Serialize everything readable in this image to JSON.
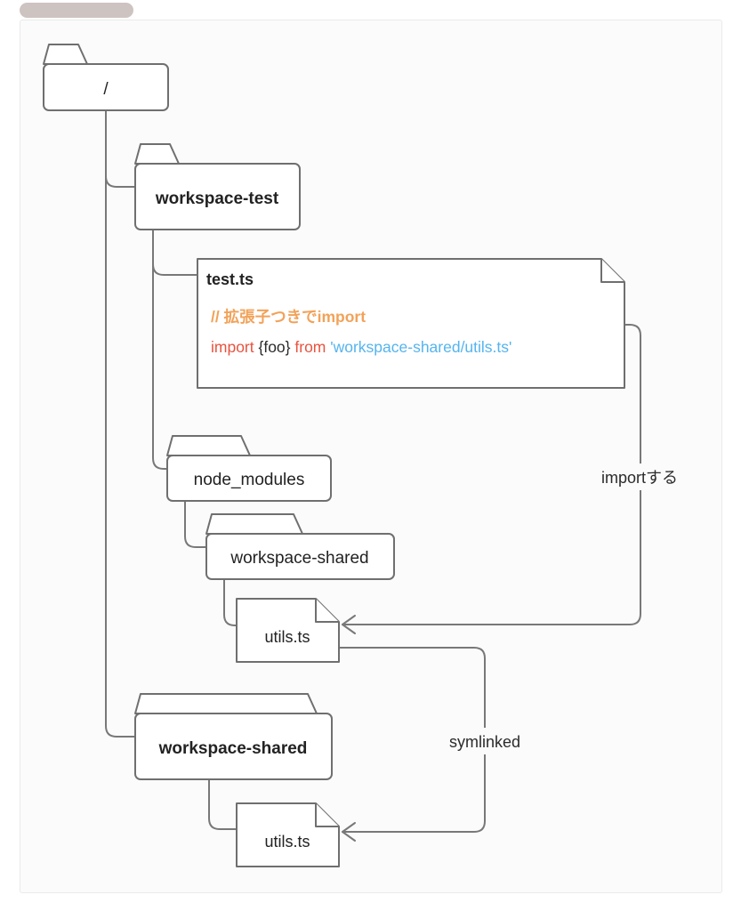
{
  "window": {
    "pill_label": ""
  },
  "diagram": {
    "title": "workspace symlink import diagram",
    "colors": {
      "shape_stroke": "#6f6f6f",
      "connector": "#787878",
      "comment": "#f2a259",
      "keyword": "#e8533f",
      "string": "#55b4ef",
      "text": "#222222",
      "canvas": "#fbfbfb",
      "pill": "#cdc3c1"
    },
    "nodes": [
      {
        "id": "root",
        "type": "folder",
        "label": "/",
        "bold": false
      },
      {
        "id": "workspace-test",
        "type": "folder",
        "label": "workspace-test",
        "bold": true
      },
      {
        "id": "test-ts",
        "type": "file",
        "label": "test.ts",
        "bold": true
      },
      {
        "id": "node-modules",
        "type": "folder",
        "label": "node_modules",
        "bold": false
      },
      {
        "id": "nm-workspace-shared",
        "type": "folder",
        "label": "workspace-shared",
        "bold": false
      },
      {
        "id": "nm-utils-ts",
        "type": "file",
        "label": "utils.ts",
        "bold": false
      },
      {
        "id": "root-workspace-shared",
        "type": "folder",
        "label": "workspace-shared",
        "bold": true
      },
      {
        "id": "root-utils-ts",
        "type": "file",
        "label": "utils.ts",
        "bold": false
      }
    ],
    "code": {
      "comment_line": "// 拡張子つきでimport",
      "tokens": [
        {
          "text": "import",
          "kind": "keyword"
        },
        {
          "text": " {foo} ",
          "kind": "plain"
        },
        {
          "text": "from",
          "kind": "keyword"
        },
        {
          "text": " ",
          "kind": "plain"
        },
        {
          "text": "'workspace-shared/utils.ts'",
          "kind": "string"
        }
      ],
      "full_line": "import {foo} from 'workspace-shared/utils.ts'"
    },
    "edge_labels": [
      {
        "id": "import-label",
        "text": "importする"
      },
      {
        "id": "symlink-label",
        "text": "symlinked"
      }
    ]
  }
}
